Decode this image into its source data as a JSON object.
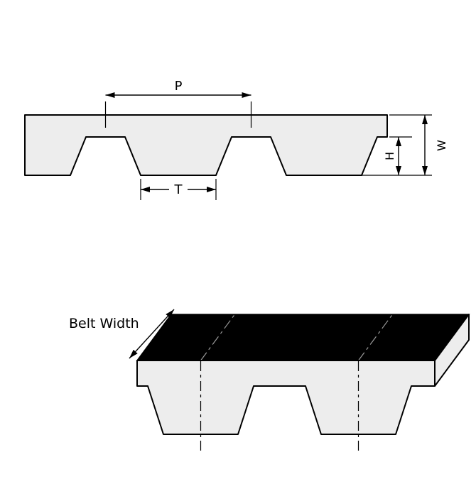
{
  "diagram": {
    "labels": {
      "pitch": "P",
      "tooth_width": "T",
      "tooth_height": "H",
      "belt_thickness": "W",
      "belt_width": "Belt Width"
    },
    "colors": {
      "line": "#000000",
      "belt_fill": "#ededed",
      "top_face_fill": "#000000",
      "background": "#ffffff",
      "centerline_front": "#000000",
      "centerline_top": "#9a9a9a"
    }
  }
}
